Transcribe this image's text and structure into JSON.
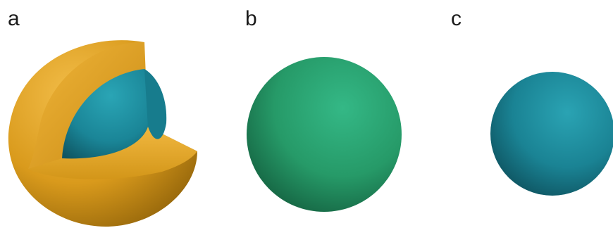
{
  "panels": [
    {
      "label": "a",
      "content": "core-shell-cutaway",
      "shell_color": "#e0a21f",
      "core_color": "#1f8a9c"
    },
    {
      "label": "b",
      "content": "solid-sphere",
      "sphere_color": "#2a9e6a"
    },
    {
      "label": "c",
      "content": "solid-sphere",
      "sphere_color": "#1f8a9c"
    }
  ]
}
